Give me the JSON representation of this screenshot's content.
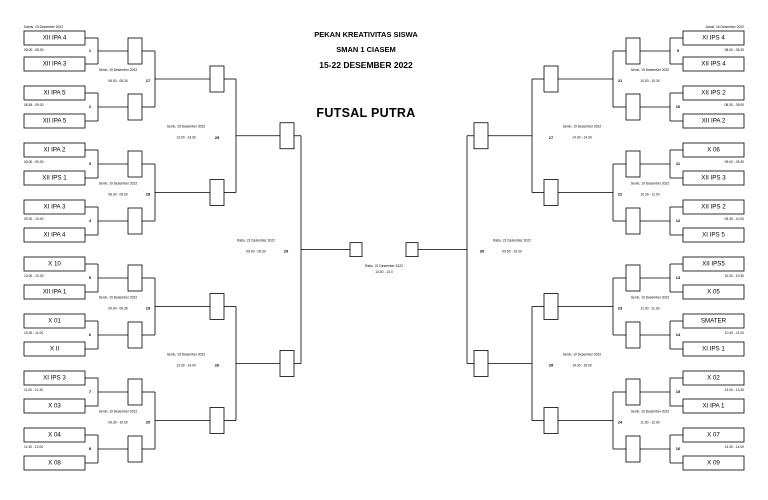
{
  "header": {
    "line1": "PEKAN KREATIVITAS SISWA",
    "line2": "SMAN 1 CIASEM",
    "line3": "15-22 DESEMBER 2022",
    "sport": "FUTSAL PUTRA"
  },
  "left": {
    "first_date": "Kamis, 15 Desember 2022",
    "teams": [
      "XII IPA 4",
      "XII IPA 3",
      "XI IPA 5",
      "XII IPA 5",
      "XI IPA 2",
      "XII IPS 1",
      "XI IPA 3",
      "XI IPA 4",
      "X 10",
      "XII IPA 1",
      "X 01",
      "X II",
      "XI IPS 3",
      "X 03",
      "X 04",
      "X 08"
    ],
    "r1": [
      {
        "num": "1",
        "time": "08.00 - 08.30"
      },
      {
        "num": "2",
        "time": "08.45 - 09.00"
      },
      {
        "num": "3",
        "time": "09.00 - 09.30"
      },
      {
        "num": "4",
        "time": "09.30 - 10.00"
      },
      {
        "num": "5",
        "time": "10.00 - 10.30"
      },
      {
        "num": "6",
        "time": "10.30 - 11.00"
      },
      {
        "num": "7",
        "time": "11.00 - 11.30"
      },
      {
        "num": "8",
        "time": "11.30 - 12.00"
      }
    ],
    "r2": [
      {
        "num": "17",
        "date": "Senin, 19 Desember 2022",
        "time": "08.00 - 08.30"
      },
      {
        "num": "18",
        "date": "Senin, 19 Desember 2022",
        "time": "08.30 - 09.00"
      },
      {
        "num": "19",
        "date": "Senin, 19 Desember 2022",
        "time": "09.00 - 09.30"
      },
      {
        "num": "20",
        "date": "Senin, 19 Desember 2022",
        "time": "09.30 - 10.00"
      }
    ],
    "r3": [
      {
        "num": "25",
        "date": "Senin, 19 Desember 2022",
        "time": "13.00 - 13.30"
      },
      {
        "num": "26",
        "date": "Senin, 19 Desember 2022",
        "time": "13.30 - 14.00"
      }
    ],
    "semi": {
      "num": "29",
      "date": "Rabu, 21 Desember 2022",
      "time": "09.00 - 09.30"
    }
  },
  "right": {
    "first_date": "Jumat, 16 Desember 2022",
    "teams": [
      "XI IPS 4",
      "XII IPS 4",
      "XII IPS 2",
      "XII IPA 2",
      "X 06",
      "XII IPS 3",
      "XII IPS 2",
      "XI IPS 5",
      "XII IPS5",
      "X 05",
      "SMATER",
      "XI IPS 1",
      "X 02",
      "XI IPA 1",
      "X 07",
      "X 09"
    ],
    "r1": [
      {
        "num": "9",
        "time": "08.00 - 08.30"
      },
      {
        "num": "10",
        "time": "08.30 - 09.00"
      },
      {
        "num": "11",
        "time": "09.00 - 09.30"
      },
      {
        "num": "12",
        "time": "09.30 - 10.00"
      },
      {
        "num": "13",
        "time": "10.00 - 10.30"
      },
      {
        "num": "14",
        "time": "10.30 - 11.00"
      },
      {
        "num": "15",
        "time": "13.00 - 13.30"
      },
      {
        "num": "16",
        "time": "13.30 - 14.00"
      }
    ],
    "r2": [
      {
        "num": "21",
        "date": "Senin, 19 Desember 2022",
        "time": "10.00 - 10.30"
      },
      {
        "num": "22",
        "date": "Senin, 19 Desember 2022",
        "time": "10.30 - 11.00"
      },
      {
        "num": "23",
        "date": "Senin, 19 Desember 2022",
        "time": "11.00 - 11.30"
      },
      {
        "num": "24",
        "date": "Senin, 19 Desember 2022",
        "time": "11.30 - 12.00"
      }
    ],
    "r3": [
      {
        "num": "27",
        "date": "Senin, 19 Desember 2022",
        "time": "14.00 - 14.30"
      },
      {
        "num": "28",
        "date": "Senin, 19 Desember 2022",
        "time": "14.30 - 15.00"
      }
    ],
    "semi": {
      "num": "30",
      "date": "Rabu, 21 Desember 2022",
      "time": "09.50 - 10.00"
    }
  },
  "final": {
    "date": "Rabu, 21 Desember 2022",
    "time": "13.00 - 13.0"
  }
}
